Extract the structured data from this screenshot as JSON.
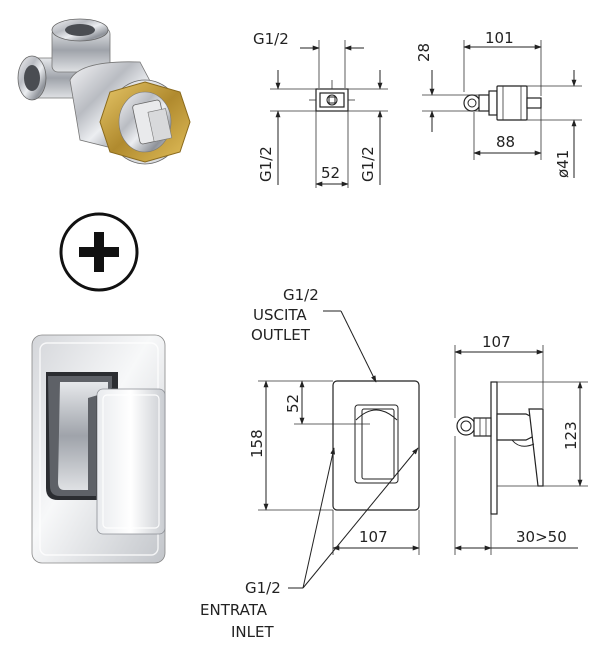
{
  "plus_symbol": "+",
  "valve_top": {
    "thread_top": "G1/2",
    "thread_left": "G1/2",
    "thread_right": "G1/2",
    "width": "52"
  },
  "valve_side": {
    "height": "28",
    "length": "101",
    "depth": "88",
    "diameter": "ø41"
  },
  "plate_front": {
    "outlet_thread": "G1/2",
    "outlet_it": "USCITA",
    "outlet_en": "OUTLET",
    "offset": "52",
    "height": "158",
    "width": "107",
    "inlet_thread": "G1/2",
    "inlet_it": "ENTRATA",
    "inlet_en": "INLET"
  },
  "plate_side": {
    "depth": "107",
    "height": "123",
    "adjust": "30>50"
  }
}
